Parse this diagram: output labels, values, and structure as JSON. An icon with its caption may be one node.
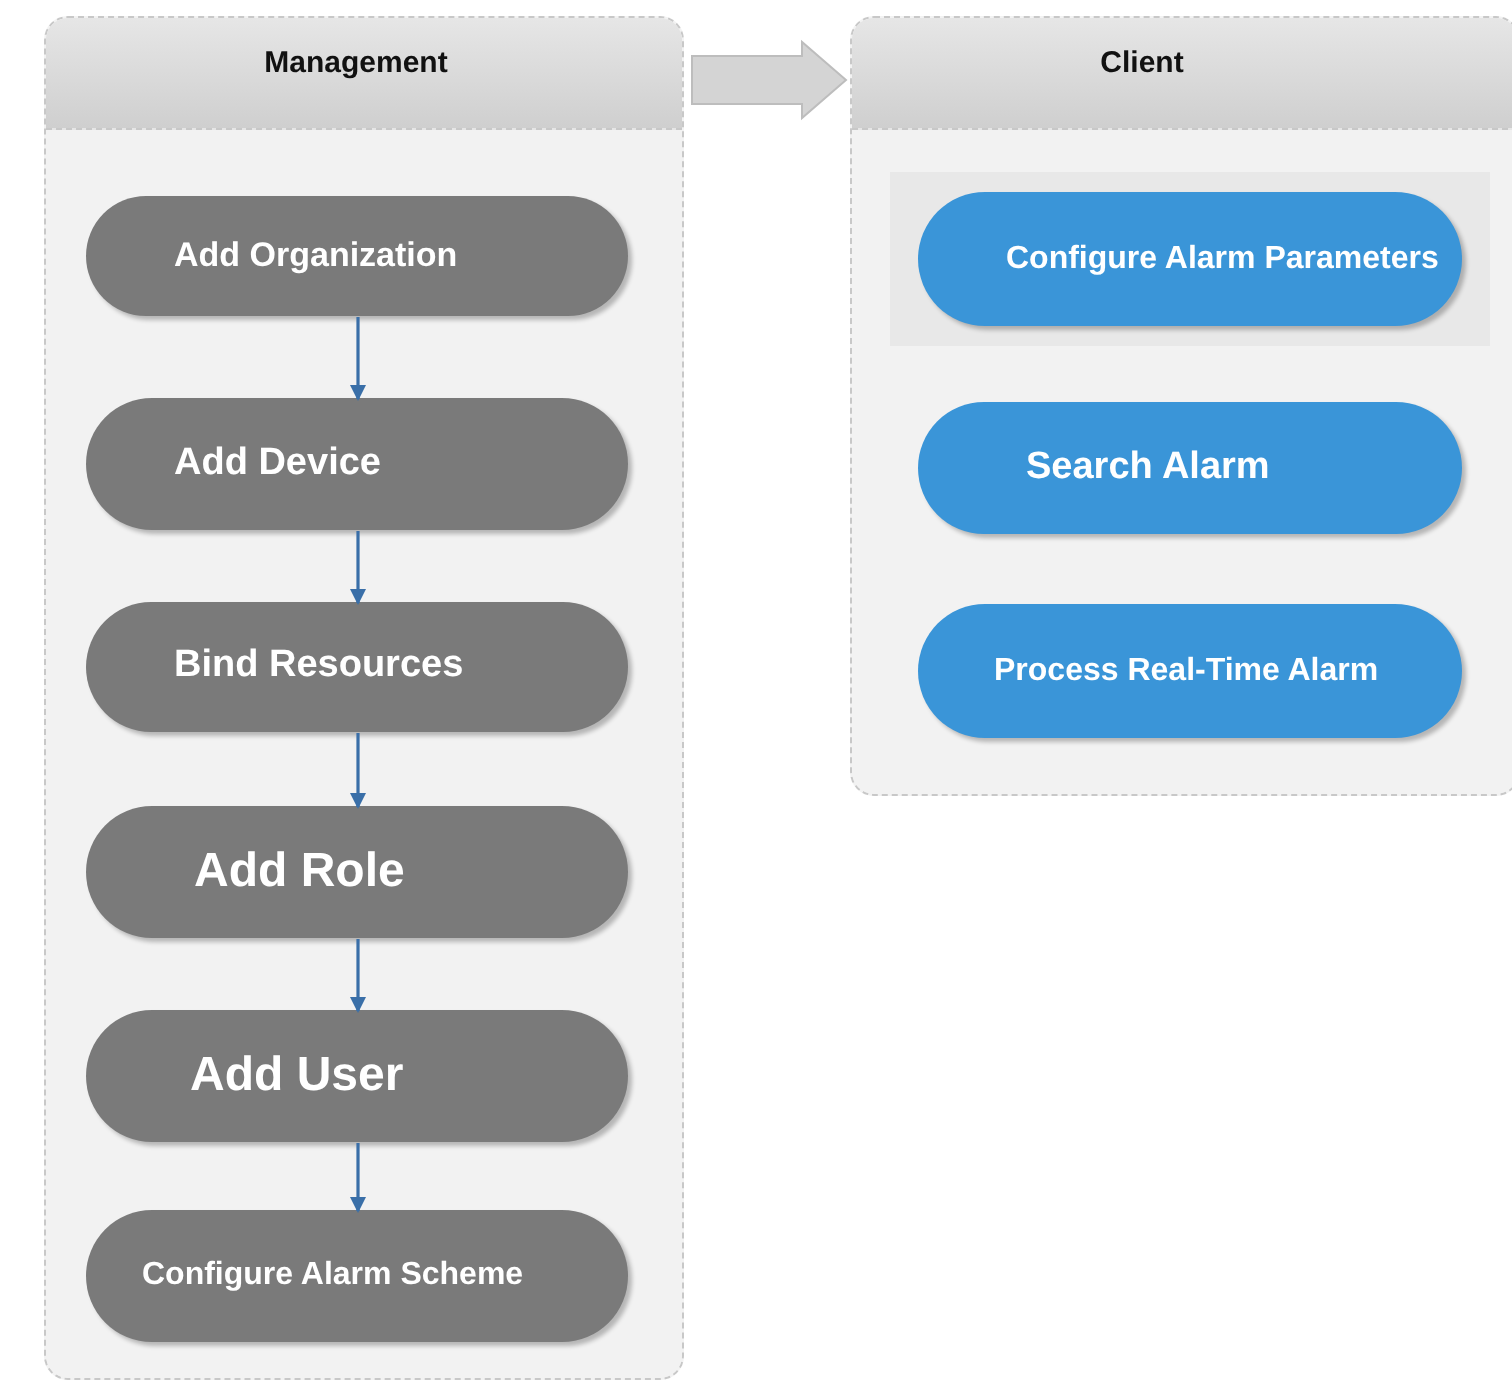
{
  "diagram": {
    "nodes": [
      {
        "text": [
          "Management"
        ]
      },
      {
        "text": [
          "Add Organization"
        ],
        "in": 0
      },
      {
        "text": [
          "Add Device"
        ],
        "in": 0
      },
      {
        "text": [
          "Bind Resources"
        ],
        "in": 0
      },
      {
        "text": [
          "Add Role"
        ],
        "in": 0
      },
      {
        "text": [
          "Add User"
        ],
        "in": 0
      },
      {
        "text": [
          "Configure Alarm Scheme"
        ],
        "in": 0
      },
      {
        "text": [
          "Client"
        ]
      },
      {
        "text": [
          "Configure Alarm Parameters"
        ],
        "in": 7
      },
      {
        "text": [
          "Search Alarm"
        ],
        "in": 7
      },
      {
        "text": [
          "Process Real-Time Alarm"
        ],
        "in": 7
      }
    ],
    "edges": [
      {
        "from": 0,
        "to": 7,
        "arrow": "to",
        "style": "thick",
        "color": "#d4d4d4"
      },
      {
        "from": 1,
        "to": 2,
        "arrow": "to"
      },
      {
        "from": 2,
        "to": 3,
        "arrow": "to"
      },
      {
        "from": 3,
        "to": 4,
        "arrow": "to"
      },
      {
        "from": 4,
        "to": 5,
        "arrow": "to"
      },
      {
        "from": 5,
        "to": 6,
        "arrow": "to"
      }
    ]
  }
}
